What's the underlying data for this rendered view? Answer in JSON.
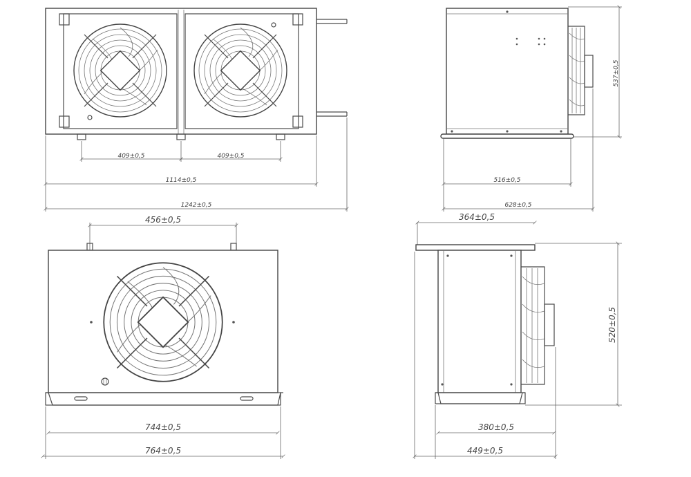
{
  "drawing": {
    "front_view": {
      "dims": [
        "409±0,5",
        "409±0,5",
        "1114±0,5",
        "1242±0,5"
      ]
    },
    "side_view_small": {
      "dims": [
        "537±0,5",
        "516±0,5",
        "628±0,5"
      ]
    },
    "front_view_single": {
      "dims": [
        "456±0,5",
        "744±0,5",
        "764±0,5"
      ]
    },
    "side_view_single": {
      "dims": [
        "364±0,5",
        "520±0,5",
        "380±0,5",
        "449±0,5"
      ]
    }
  },
  "colors": {
    "line": "#4a4a4a",
    "dim": "#666666",
    "background": "#ffffff"
  }
}
